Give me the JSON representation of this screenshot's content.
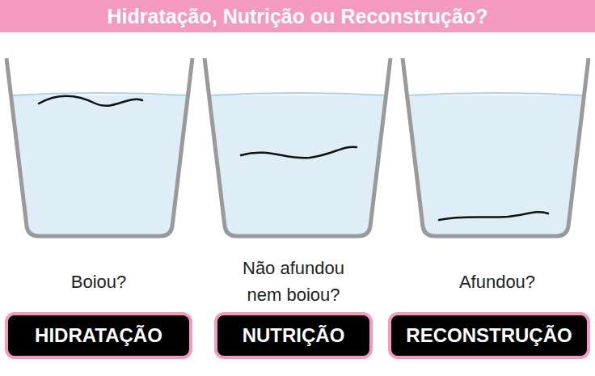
{
  "diagram": {
    "title": "Hidratação, Nutrição ou Reconstrução?",
    "nodes": [
      {
        "text": [
          "HIDRATAÇÃO"
        ]
      },
      {
        "text": [
          "NUTRIÇÃO"
        ]
      },
      {
        "text": [
          "RECONSTRUÇÃO"
        ]
      }
    ],
    "labels": [
      "Boiou?",
      "Não afundou nem boiou?",
      "Afundou?"
    ]
  }
}
